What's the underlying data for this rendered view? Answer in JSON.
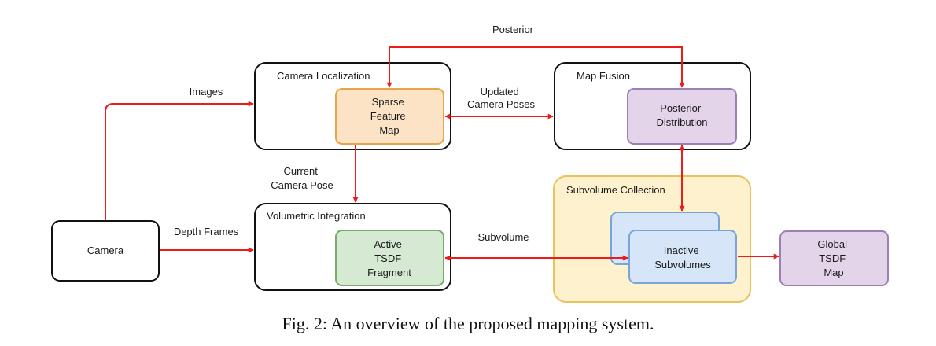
{
  "colors": {
    "arrow": "#ee1b1b",
    "orange_fill": "#fde3c6",
    "orange_stroke": "#e8a547",
    "purple_fill": "#e3d4ea",
    "purple_stroke": "#9c7fb3",
    "green_fill": "#d6ead3",
    "green_stroke": "#78ac6b",
    "blue_fill": "#d6e5f8",
    "blue_stroke": "#7aa4d8",
    "yellow_fill": "#fdf1ce",
    "yellow_stroke": "#e8c25a"
  },
  "nodes": {
    "camera": "Camera",
    "camera_localization": "Camera Localization",
    "sparse_feature_map": [
      "Sparse",
      "Feature",
      "Map"
    ],
    "map_fusion": "Map Fusion",
    "posterior_distribution": [
      "Posterior",
      "Distribution"
    ],
    "volumetric_integration": "Volumetric Integration",
    "active_tsdf_fragment": [
      "Active",
      "TSDF",
      "Fragment"
    ],
    "subvolume_collection": "Subvolume Collection",
    "inactive_subvolumes": [
      "Inactive",
      "Subvolumes"
    ],
    "global_tsdf_map": [
      "Global",
      "TSDF",
      "Map"
    ]
  },
  "edges": {
    "posterior": "Posterior",
    "images": "Images",
    "updated_camera_poses": [
      "Updated",
      "Camera Poses"
    ],
    "current_camera_pose": [
      "Current",
      "Camera Pose"
    ],
    "depth_frames": "Depth Frames",
    "subvolume": "Subvolume"
  },
  "caption": "Fig. 2: An overview of the proposed mapping system."
}
